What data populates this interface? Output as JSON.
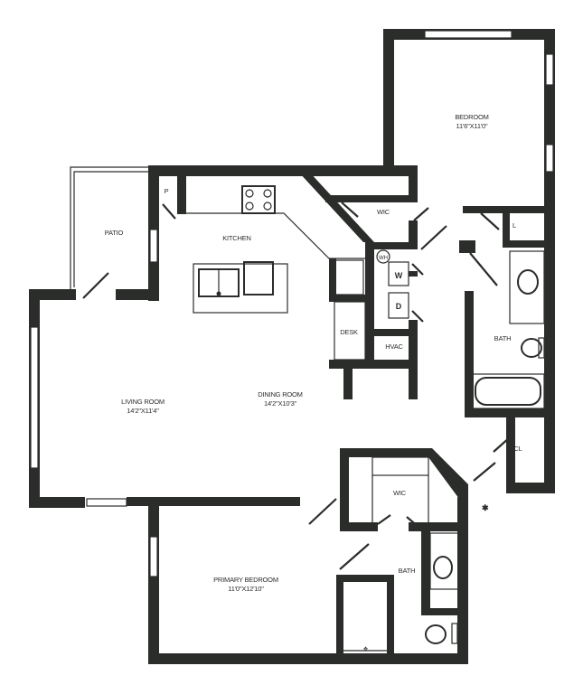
{
  "rooms": {
    "bedroom": {
      "name": "BEDROOM",
      "size": "11'6\"X11'0\""
    },
    "living_room": {
      "name": "LIVING ROOM",
      "size": "14'2\"X11'4\""
    },
    "dining_room": {
      "name": "DINING ROOM",
      "size": "14'2\"X10'3\""
    },
    "primary_bedroom": {
      "name": "PRIMARY BEDROOM",
      "size": "11'0\"X12'10\""
    },
    "kitchen": "KITCHEN",
    "patio": "PATIO",
    "wic_upper": "WIC",
    "wic_lower": "WIC",
    "bath_upper": "BATH",
    "bath_lower": "BATH",
    "desk": "DESK",
    "hvac": "HVAC",
    "closet": "CL",
    "linen": "L",
    "pantry": "P",
    "washer": "W",
    "dryer": "D",
    "water_heater": "WH"
  }
}
